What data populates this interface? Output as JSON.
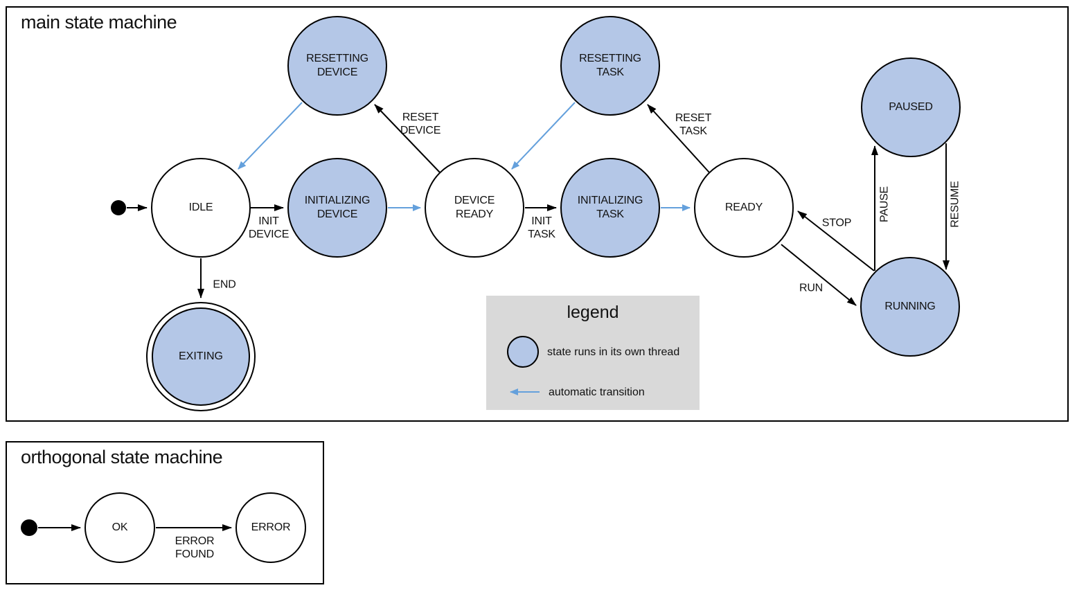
{
  "colors": {
    "state_fill": "#b4c7e7",
    "auto_transition": "#64a0dc",
    "legend_bg": "#d9d9d9",
    "stroke": "#000000",
    "text": "#111111",
    "bg": "#ffffff"
  },
  "main_machine": {
    "title": "main state machine",
    "states": {
      "idle": "IDLE",
      "resetting_device": "RESETTING DEVICE",
      "initializing_device": "INITIALIZING DEVICE",
      "device_ready": "DEVICE READY",
      "resetting_task": "RESETTING TASK",
      "initializing_task": "INITIALIZING TASK",
      "ready": "READY",
      "paused": "PAUSED",
      "running": "RUNNING",
      "exiting": "EXITING"
    },
    "threaded_states": [
      "resetting_device",
      "initializing_device",
      "resetting_task",
      "initializing_task",
      "paused",
      "running",
      "exiting"
    ],
    "initial_state": "idle",
    "final_state": "exiting",
    "transitions": {
      "start": {
        "from": "initial",
        "to": "idle",
        "label": "",
        "type": "event"
      },
      "init_device": {
        "from": "idle",
        "to": "initializing_device",
        "label": "INIT DEVICE",
        "type": "event"
      },
      "auto_device_ready": {
        "from": "initializing_device",
        "to": "device_ready",
        "label": "",
        "type": "automatic"
      },
      "reset_device": {
        "from": "device_ready",
        "to": "resetting_device",
        "label": "RESET DEVICE",
        "type": "event"
      },
      "auto_reset_device_done": {
        "from": "resetting_device",
        "to": "idle",
        "label": "",
        "type": "automatic"
      },
      "init_task": {
        "from": "device_ready",
        "to": "initializing_task",
        "label": "INIT TASK",
        "type": "event"
      },
      "auto_ready": {
        "from": "initializing_task",
        "to": "ready",
        "label": "",
        "type": "automatic"
      },
      "reset_task": {
        "from": "ready",
        "to": "resetting_task",
        "label": "RESET TASK",
        "type": "event"
      },
      "auto_reset_task_done": {
        "from": "resetting_task",
        "to": "device_ready",
        "label": "",
        "type": "automatic"
      },
      "run": {
        "from": "ready",
        "to": "running",
        "label": "RUN",
        "type": "event"
      },
      "stop": {
        "from": "running",
        "to": "ready",
        "label": "STOP",
        "type": "event"
      },
      "pause": {
        "from": "running",
        "to": "paused",
        "label": "PAUSE",
        "type": "event"
      },
      "resume": {
        "from": "paused",
        "to": "running",
        "label": "RESUME",
        "type": "event"
      },
      "end": {
        "from": "idle",
        "to": "exiting",
        "label": "END",
        "type": "event"
      }
    }
  },
  "legend": {
    "title": "legend",
    "thread_label": "state runs in its own thread",
    "auto_label": "automatic transition"
  },
  "orthogonal_machine": {
    "title": "orthogonal state machine",
    "states": {
      "ok": "OK",
      "error": "ERROR"
    },
    "initial_state": "ok",
    "transitions": {
      "start": {
        "from": "initial",
        "to": "ok",
        "label": "",
        "type": "event"
      },
      "error_found": {
        "from": "ok",
        "to": "error",
        "label": "ERROR FOUND",
        "type": "event"
      }
    }
  }
}
